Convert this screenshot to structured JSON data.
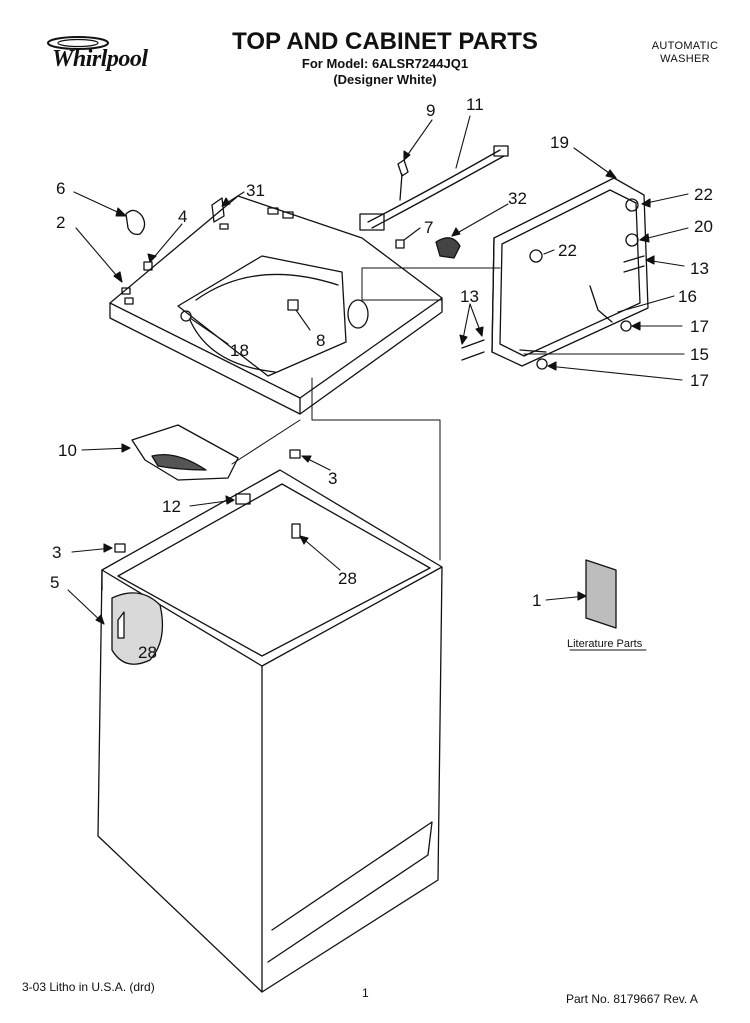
{
  "header": {
    "brand": "Whirlpool",
    "title": "TOP AND CABINET PARTS",
    "model_line": "For Model: 6ALSR7244JQ1",
    "color_line": "(Designer White)",
    "category_line1": "AUTOMATIC",
    "category_line2": "WASHER"
  },
  "callouts": {
    "c1": "1",
    "c2": "2",
    "c3a": "3",
    "c3b": "3",
    "c4": "4",
    "c5": "5",
    "c6": "6",
    "c7": "7",
    "c8": "8",
    "c9": "9",
    "c10": "10",
    "c11": "11",
    "c12": "12",
    "c13a": "13",
    "c13b": "13",
    "c15": "15",
    "c16": "16",
    "c17a": "17",
    "c17b": "17",
    "c18": "18",
    "c19": "19",
    "c20": "20",
    "c22a": "22",
    "c22b": "22",
    "c28a": "28",
    "c28b": "28",
    "c31": "31",
    "c32": "32"
  },
  "literature_label": "Literature Parts",
  "footer": {
    "litho": "3-03 Litho in U.S.A. (drd)",
    "page": "1",
    "part_no": "Part No. 8179667 Rev. A"
  }
}
